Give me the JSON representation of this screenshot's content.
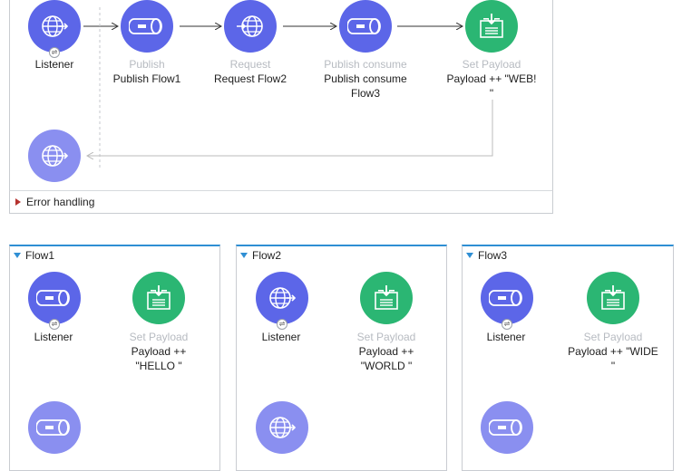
{
  "main_flow": {
    "nodes": [
      {
        "type": "",
        "name": "Listener",
        "icon": "http-listener-icon"
      },
      {
        "type": "Publish",
        "name": "Publish Flow1",
        "icon": "vm-publish-icon"
      },
      {
        "type": "Request",
        "name": "Request Flow2",
        "icon": "http-request-icon"
      },
      {
        "type": "Publish consume",
        "name": "Publish consume\nFlow3",
        "icon": "vm-publish-consume-icon"
      },
      {
        "type": "Set Payload",
        "name": "Payload ++ \"WEB!\n\"",
        "icon": "set-payload-icon"
      }
    ],
    "response_icon": "http-listener-response-icon",
    "error_handling": "Error handling"
  },
  "sub_flows": [
    {
      "title": "Flow1",
      "source": {
        "name": "Listener",
        "icon": "vm-listener-icon"
      },
      "processor": {
        "type": "Set Payload",
        "name": "Payload ++\n\"HELLO \"",
        "icon": "set-payload-icon"
      },
      "response_icon": "vm-response-icon"
    },
    {
      "title": "Flow2",
      "source": {
        "name": "Listener",
        "icon": "http-listener-icon"
      },
      "processor": {
        "type": "Set Payload",
        "name": "Payload ++\n\"WORLD \"",
        "icon": "set-payload-icon"
      },
      "response_icon": "http-response-icon"
    },
    {
      "title": "Flow3",
      "source": {
        "name": "Listener",
        "icon": "vm-listener-icon"
      },
      "processor": {
        "type": "Set Payload",
        "name": "Payload ++ \"WIDE\n\"",
        "icon": "set-payload-icon"
      },
      "response_icon": "vm-response-icon"
    }
  ],
  "colors": {
    "connector_blue": "#5c66e8",
    "connector_blue_response": "#8a8ff0",
    "transformer_green": "#2bb673",
    "flow_header_accent": "#2f8fd4",
    "error_marker": "#b5322e"
  }
}
